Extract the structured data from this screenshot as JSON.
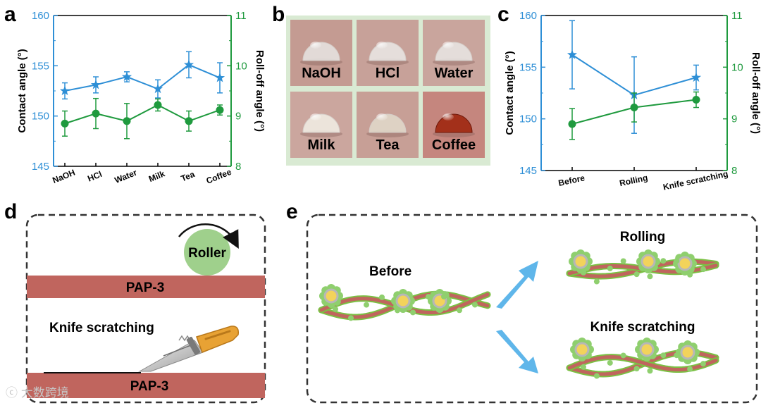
{
  "panels": {
    "a": "a",
    "b": "b",
    "c": "c",
    "d": "d",
    "e": "e"
  },
  "colors": {
    "contact": "#2e8fd6",
    "rolloff": "#1f9a3e",
    "pap": "#c0655e",
    "roller": "#9fd08c",
    "arrow": "#5fb6ea",
    "droplet_bg": "#c89b93"
  },
  "chart_data": [
    {
      "panel": "a",
      "type": "line",
      "categories": [
        "NaOH",
        "HCl",
        "Water",
        "Milk",
        "Tea",
        "Coffee"
      ],
      "series": [
        {
          "axis": "left",
          "marker": "star",
          "values": [
            152.5,
            153.1,
            153.9,
            152.7,
            155.1,
            153.8
          ],
          "errors": [
            0.8,
            0.8,
            0.5,
            0.9,
            1.3,
            1.5
          ]
        },
        {
          "axis": "right",
          "marker": "circle",
          "values": [
            8.85,
            9.05,
            8.9,
            9.22,
            8.9,
            9.12
          ],
          "errors": [
            0.25,
            0.3,
            0.35,
            0.12,
            0.2,
            0.1
          ]
        }
      ],
      "ylabel": "Contact angle (°)",
      "y2label": "Roll-off angle (°)",
      "ylim": [
        145,
        160
      ],
      "y2lim": [
        8,
        11
      ],
      "yticks": [
        "145",
        "150",
        "155",
        "160"
      ],
      "y2ticks": [
        "8",
        "9",
        "10",
        "11"
      ]
    },
    {
      "panel": "c",
      "type": "line",
      "categories": [
        "Before",
        "Rolling",
        "Knife scratching"
      ],
      "series": [
        {
          "axis": "left",
          "marker": "star",
          "values": [
            156.2,
            152.3,
            154.0
          ],
          "errors": [
            3.3,
            3.7,
            1.2
          ]
        },
        {
          "axis": "right",
          "marker": "circle",
          "values": [
            8.9,
            9.22,
            9.37
          ],
          "errors": [
            0.3,
            0.28,
            0.15
          ]
        }
      ],
      "ylabel": "Contact angle (°)",
      "y2label": "Roll-off angle (°)",
      "ylim": [
        145,
        160
      ],
      "y2lim": [
        8,
        11
      ],
      "yticks": [
        "145",
        "150",
        "155",
        "160"
      ],
      "y2ticks": [
        "8",
        "9",
        "10",
        "11"
      ]
    }
  ],
  "photos": {
    "labels": [
      "NaOH",
      "HCl",
      "Water",
      "Milk",
      "Tea",
      "Coffee"
    ],
    "droplet_colors": [
      "#e8e6e4",
      "#ebe9e7",
      "#e9e7e5",
      "#f2efe6",
      "#e3dccd",
      "#a3301a"
    ],
    "tile_colors": [
      "#c49b92",
      "#c7a199",
      "#c9a59d",
      "#cba69e",
      "#c79f96",
      "#c5867e"
    ]
  },
  "panel_d": {
    "roller": "Roller",
    "pap_top": "PAP-3",
    "knife_label": "Knife scratching",
    "pap_bottom": "PAP-3"
  },
  "panel_e": {
    "before": "Before",
    "rolling": "Rolling",
    "knife": "Knife scratching"
  },
  "watermark": "大数跨境"
}
